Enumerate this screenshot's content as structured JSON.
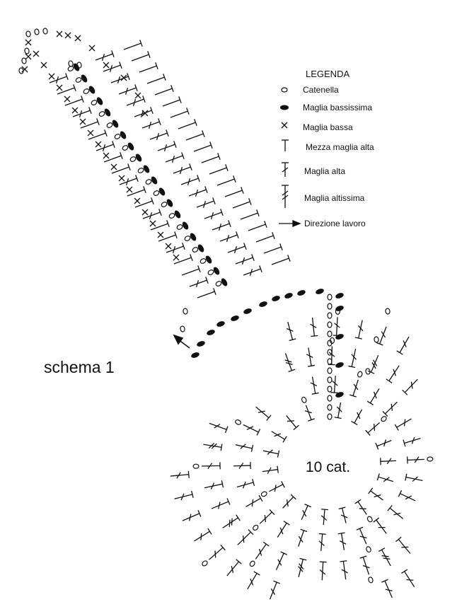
{
  "legend": {
    "title": "LEGENDA",
    "items": [
      {
        "symbol": "chain-icon",
        "label": "Catenella"
      },
      {
        "symbol": "slip-stitch-icon",
        "label": "Maglia bassissima"
      },
      {
        "symbol": "single-crochet-icon",
        "label": "Maglia bassa"
      },
      {
        "symbol": "half-double-crochet-icon",
        "label": "Mezza maglia alta"
      },
      {
        "symbol": "double-crochet-icon",
        "label": "Maglia alta"
      },
      {
        "symbol": "treble-crochet-icon",
        "label": "Maglia altissima"
      },
      {
        "symbol": "arrow-icon",
        "label": "Direzione lavoro"
      }
    ]
  },
  "schema_title": "schema 1",
  "center_label": "10 cat.",
  "colors": {
    "ink": "#111111",
    "background": "#ffffff"
  }
}
